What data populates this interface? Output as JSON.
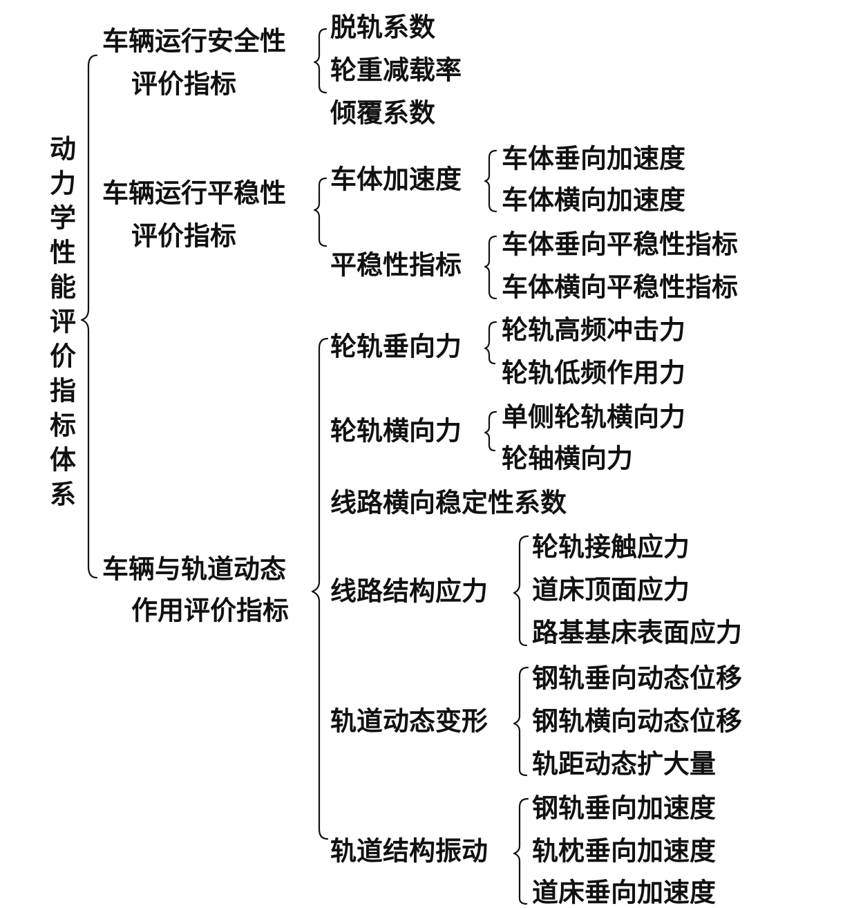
{
  "root": {
    "chars": [
      "动",
      "力",
      "学",
      "性",
      "能",
      "评",
      "价",
      "指",
      "标",
      "体",
      "系"
    ]
  },
  "categories": [
    {
      "lines": [
        "车辆运行安全性",
        "评价指标"
      ],
      "items": [
        {
          "label": "脱轨系数"
        },
        {
          "label": "轮重减载率"
        },
        {
          "label": "倾覆系数"
        }
      ]
    },
    {
      "lines": [
        "车辆运行平稳性",
        "评价指标"
      ],
      "items": [
        {
          "label": "车体加速度",
          "children": [
            "车体垂向加速度",
            "车体横向加速度"
          ]
        },
        {
          "label": "平稳性指标",
          "children": [
            "车体垂向平稳性指标",
            "车体横向平稳性指标"
          ]
        }
      ]
    },
    {
      "lines": [
        "车辆与轨道动态",
        "作用评价指标"
      ],
      "items": [
        {
          "label": "轮轨垂向力",
          "children": [
            "轮轨高频冲击力",
            "轮轨低频作用力"
          ]
        },
        {
          "label": "轮轨横向力",
          "children": [
            "单侧轮轨横向力",
            "轮轴横向力"
          ]
        },
        {
          "label": "线路横向稳定性系数"
        },
        {
          "label": "线路结构应力",
          "children": [
            "轮轨接触应力",
            "道床顶面应力",
            "路基基床表面应力"
          ]
        },
        {
          "label": "轨道动态变形",
          "children": [
            "钢轨垂向动态位移",
            "钢轨横向动态位移",
            "轨距动态扩大量"
          ]
        },
        {
          "label": "轨道结构振动",
          "children": [
            "钢轨垂向加速度",
            "轨枕垂向加速度",
            "道床垂向加速度"
          ]
        }
      ]
    }
  ]
}
